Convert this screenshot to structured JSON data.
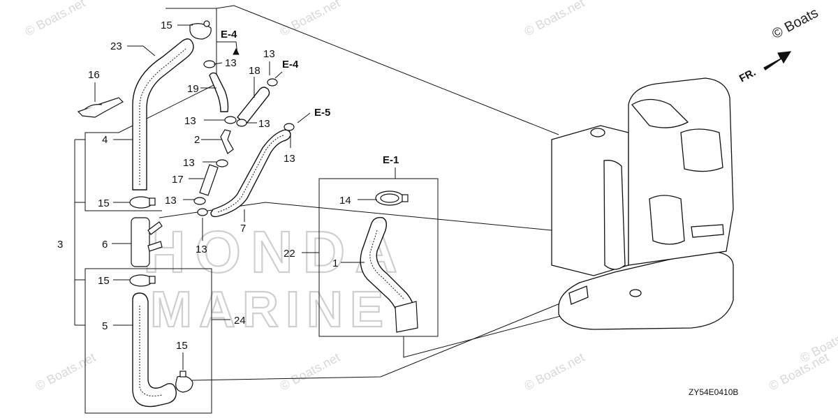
{
  "watermark": {
    "text": "© Boats.net",
    "corner_text": "© Boats"
  },
  "brand_watermark": {
    "line1": "HONDA",
    "line2": "MARINE"
  },
  "direction_label": "FR.",
  "drawing_code": "ZY54E0410B",
  "part_labels": {
    "p1": "1",
    "p2": "2",
    "p3": "3",
    "p4": "4",
    "p5": "5",
    "p6": "6",
    "p7": "7",
    "p13": "13",
    "p14": "14",
    "p15": "15",
    "p16": "16",
    "p17": "17",
    "p18": "18",
    "p19": "19",
    "p22": "22",
    "p23": "23",
    "p24": "24"
  },
  "references": {
    "e4": "E-4",
    "e5": "E-5",
    "e1": "E-1"
  }
}
